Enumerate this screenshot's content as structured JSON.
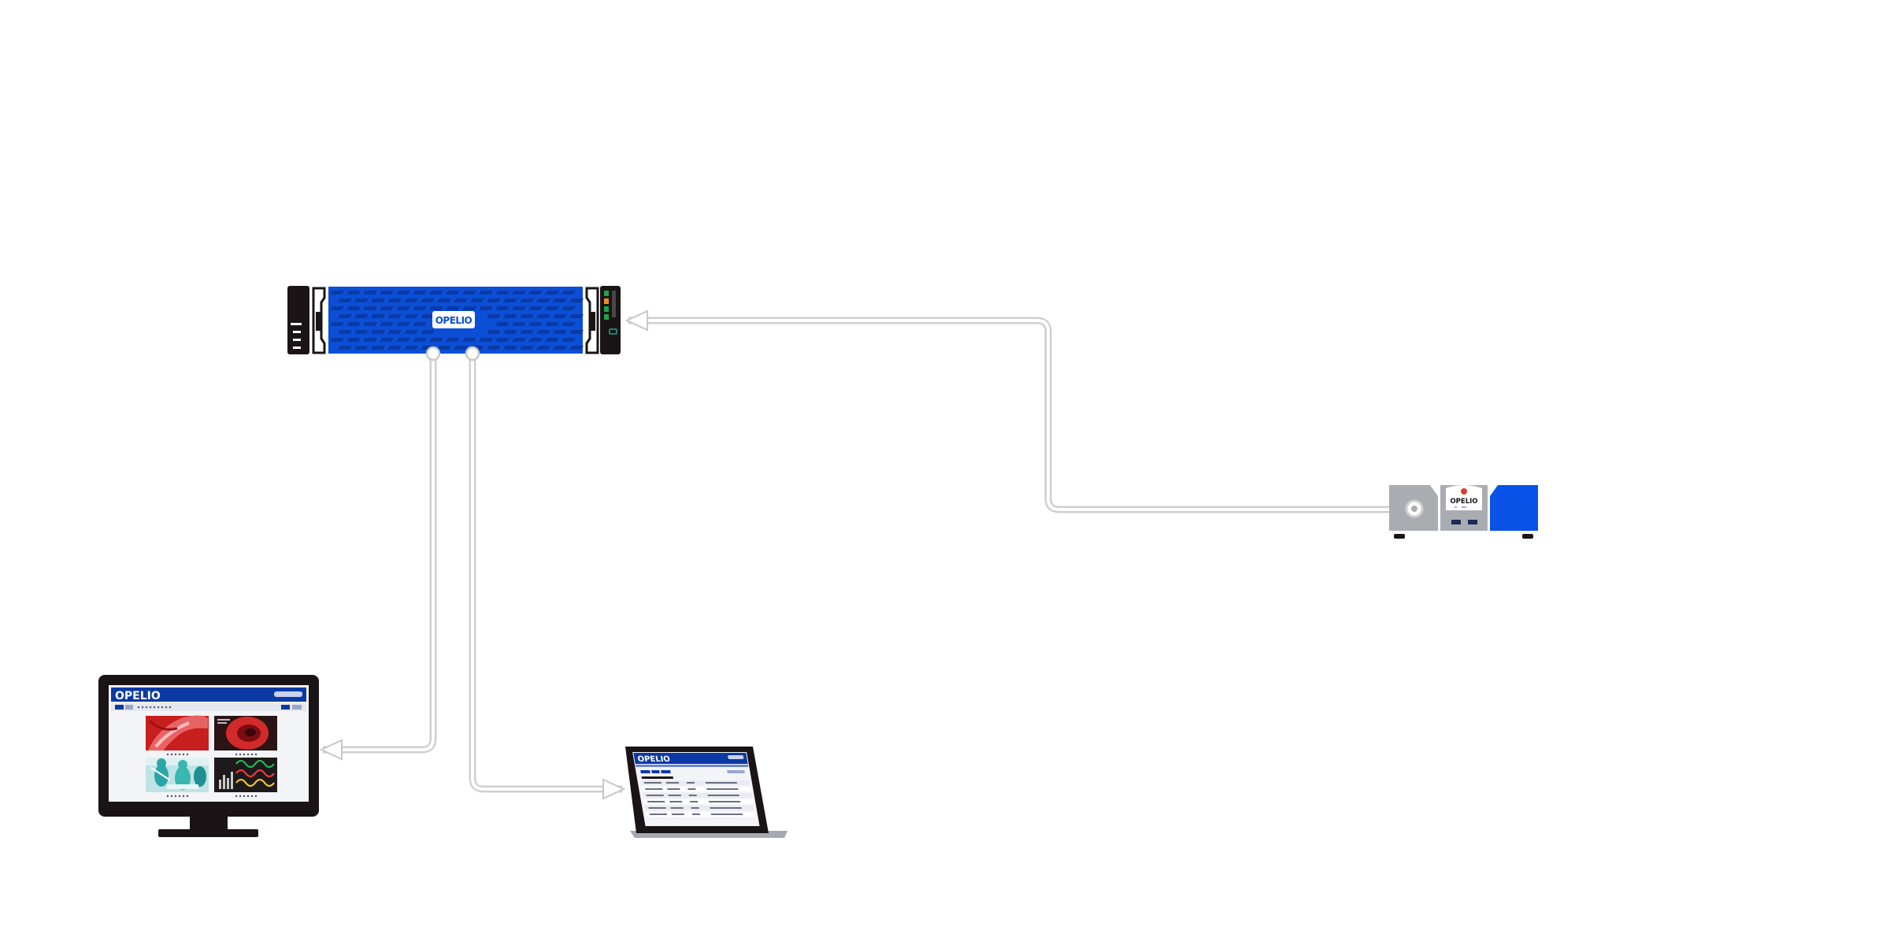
{
  "brand": {
    "logo_text": "OPELIO",
    "primary_color": "#0a4fd6",
    "dark_blue": "#0b3aa5",
    "navy": "#14207a",
    "frame_color": "#1a1416"
  },
  "devices": {
    "server": {
      "label": "server"
    },
    "recorder": {
      "label": "recorder"
    },
    "monitor": {
      "label": "monitor"
    },
    "laptop": {
      "label": "laptop"
    }
  },
  "connections": [
    {
      "from": "recorder",
      "to": "server"
    },
    {
      "from": "server",
      "to": "monitor"
    },
    {
      "from": "server",
      "to": "laptop"
    }
  ]
}
